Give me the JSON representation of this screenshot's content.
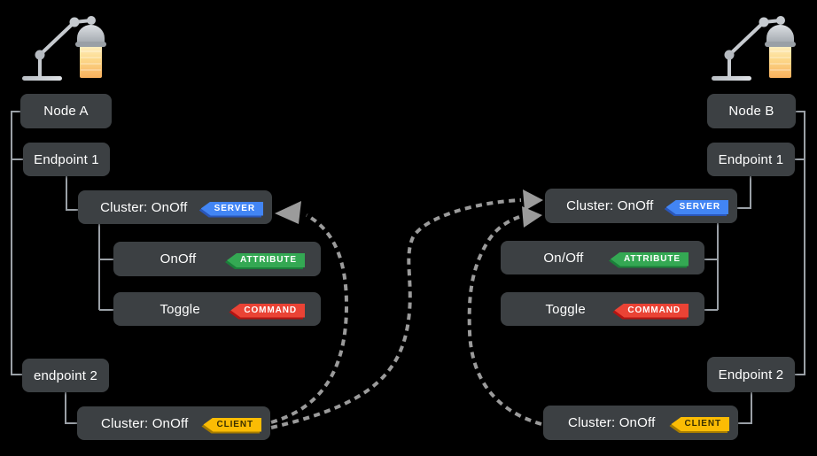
{
  "diagram": {
    "description": "Two Matter nodes with OnOff cluster bindings",
    "colors": {
      "background": "#000000",
      "box": "#3c4043",
      "box_text": "#ffffff",
      "connector_line": "#9aa0a6",
      "dashed_arrow": "#9b9b9b",
      "server_badge": "#4285f4",
      "attribute_badge": "#34a853",
      "command_badge": "#ea4335",
      "client_badge": "#fbbc04",
      "client_badge_text": "#3a3000",
      "lamp_metal": "#c3c7cc",
      "lamp_beam_top": "#ffefb8",
      "lamp_beam_bottom": "#f8b05c"
    },
    "left_node": {
      "icon": "desk-lamp-icon",
      "node_label": "Node A",
      "endpoint1_label": "Endpoint 1",
      "server_cluster": {
        "label": "Cluster: OnOff",
        "badge": "SERVER"
      },
      "attribute": {
        "label": "OnOff",
        "badge": "ATTRIBUTE"
      },
      "command": {
        "label": "Toggle",
        "badge": "COMMAND"
      },
      "endpoint2_label": "endpoint 2",
      "client_cluster": {
        "label": "Cluster: OnOff",
        "badge": "CLIENT"
      }
    },
    "right_node": {
      "icon": "desk-lamp-icon",
      "node_label": "Node B",
      "endpoint1_label": "Endpoint 1",
      "server_cluster": {
        "label": "Cluster: OnOff",
        "badge": "SERVER"
      },
      "attribute": {
        "label": "On/Off",
        "badge": "ATTRIBUTE"
      },
      "command": {
        "label": "Toggle",
        "badge": "COMMAND"
      },
      "endpoint2_label": "Endpoint 2",
      "client_cluster": {
        "label": "Cluster: OnOff",
        "badge": "CLIENT"
      }
    },
    "connections": [
      {
        "from": "left-client-cluster",
        "to": "left-server-cluster",
        "style": "dashed-arrow"
      },
      {
        "from": "left-client-cluster",
        "to": "right-server-cluster",
        "style": "dashed-arrow"
      },
      {
        "from": "right-client-cluster",
        "to": "right-server-cluster",
        "style": "dashed-arrow"
      }
    ]
  }
}
